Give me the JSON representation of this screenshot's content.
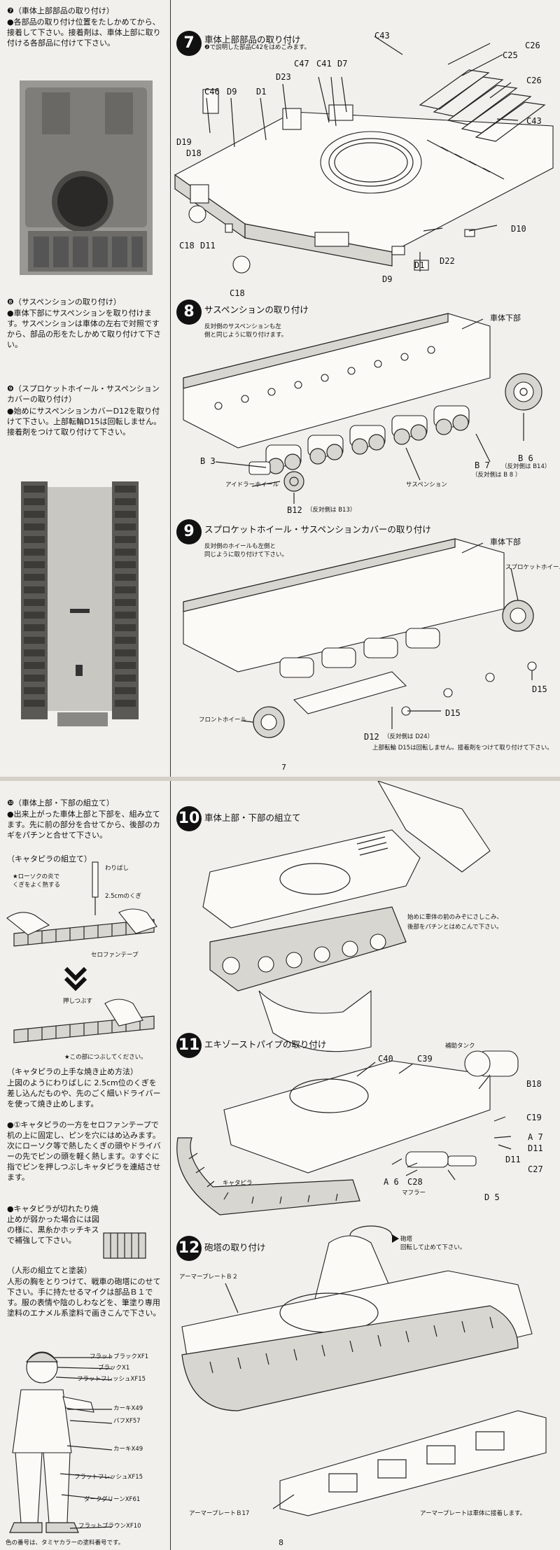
{
  "page1": {
    "left": {
      "s7_head": "❼（車体上部部品の取り付け）",
      "s7_body": "●各部品の取り付け位置をたしかめてから、接着して下さい。接着剤は、車体上部に取り付ける各部品に付けて下さい。",
      "s8_head": "❽（サスペンションの取り付け）",
      "s8_body": "●車体下部にサスペンションを取り付けます。サスペンションは車体の左右で対照ですから、部品の形をたしかめて取り付けて下さい。",
      "s9_head": "❾（スプロケットホイール・サスペンションカバーの取り付け）",
      "s9_body": "●始めにサスペンションカバーD12を取り付けて下さい。上部転輪D15は回転しません。接着剤をつけて取り付けて下さい。"
    },
    "step7": {
      "num": "7",
      "title": "車体上部部品の取り付け",
      "note": "❷で説明した部品C42をはめこみます。",
      "labels": [
        "C43",
        "C26",
        "C25",
        "C26",
        "C43",
        "C47",
        "C41",
        "D7",
        "D23",
        "C46",
        "D9",
        "D1",
        "D19",
        "D18",
        "C18",
        "D11",
        "C18",
        "D10",
        "D1",
        "D22",
        "D9"
      ]
    },
    "step8": {
      "num": "8",
      "title": "サスペンションの取り付け",
      "note1": "反対側のサスペンションも左",
      "note2": "側と同じように取り付けます。",
      "hull": "車体下部",
      "idler": "アイドラーホイール",
      "susp": "サスペンション",
      "b3": "B 3",
      "b7": "B 7",
      "b7note": "（反対側は B 8 ）",
      "b6": "B 6",
      "b6note": "（反対側は B14）",
      "b12": "B12",
      "b12note": "（反対側は B13）"
    },
    "step9": {
      "num": "9",
      "title": "スプロケットホイール・サスペンションカバーの取り付け",
      "note1": "反対側のホイールも左側と",
      "note2": "同じように取り付けて下さい。",
      "hull": "車体下部",
      "sprocket": "スプロケットホイール",
      "front": "フロントホイール",
      "d15a": "D15",
      "d15b": "D15",
      "d12": "D12",
      "d12note": "（反対側は D24）",
      "bottom": "上部転輪 D15は回転しません。接着剤をつけて取り付けて下さい。"
    },
    "page_no": "7"
  },
  "page2": {
    "left": {
      "s10_head": "❿（車体上部・下部の組立て）",
      "s10_body": "●出来上がった車体上部と下部を、組み立てます。先に前の部分を合せてから、後部のカギをパチンと合せて下さい。",
      "track_head": "（キャタピラの組立て）",
      "star1": "★ローソクの炎で",
      "star1b": "くぎをよく熱する",
      "nail": "わりばし",
      "nail2": "2.5cmのくぎ",
      "tape": "セロファンテープ",
      "press": "押しつぶす",
      "crush": "★この部につぶしてください。",
      "melt_head": "（キャタピラの上手な焼き止め方法）",
      "melt_body": "上図のようにわりばしに 2.5cm位のくぎを差し込んだものや、先のごく細いドライバーを使って焼き止めします。",
      "melt_b1": "●①キャタピラの一方をセロファンテープで机の上に固定し、ピンを穴にはめ込みます。次にローソク等で熱したくぎの頭やドライバーの先でピンの頭を軽く熱します。②すぐに指でピンを押しつぶしキャタピラを連結させます。",
      "melt_b2": "●キャタピラが切れたり焼止めが弱かった場合には図の様に、黒糸かホッチキスで補強して下さい。",
      "fig_head": "（人形の組立てと塗装）",
      "fig_body": "人形の胸をとりつけて、戦車の砲塔にのせて下さい。手に持たせるマイクは部品Ｂ１です。服の表情や陰のしわなどを、筆塗り専用塗料のエナメル系塗料で画きこんで下さい。",
      "paint": [
        "フラットブラックXF1",
        "ブラックX1",
        "フラットフレッシュXF15",
        "カーキX49",
        "バフXF57",
        "カーキX49",
        "フラットフレッシュXF15",
        "ダークグリーンXF61",
        "フラットブラウンXF10"
      ],
      "foot": "色の番号は、タミヤカラーの塗料番号です。"
    },
    "step10": {
      "num": "10",
      "title": "車体上部・下部の組立て",
      "note1": "始めに車体の前のみぞにさしこみ、",
      "note2": "後部をパチンとはめこんで下さい。"
    },
    "step11": {
      "num": "11",
      "title": "エキゾーストパイプの取り付け",
      "tank": "補助タンク",
      "c40": "C40",
      "c39": "C39",
      "b18": "B18",
      "c19": "C19",
      "a7": "A 7",
      "d11a": "D11",
      "d11b": "D11",
      "c27": "C27",
      "track": "キャタピラ",
      "a6": "A 6",
      "c28": "C28",
      "muffler": "マフラー",
      "d5": "D 5"
    },
    "step12": {
      "num": "12",
      "title": "砲塔の取り付け",
      "turret": "砲塔",
      "turret2": "回転して止めて下さい。",
      "armor_b2": "アーマープレートＢ２",
      "armor_b17": "アーマープレートＢ17",
      "armor_note": "アーマープレートは車体に接着します。"
    },
    "page_no": "8"
  }
}
